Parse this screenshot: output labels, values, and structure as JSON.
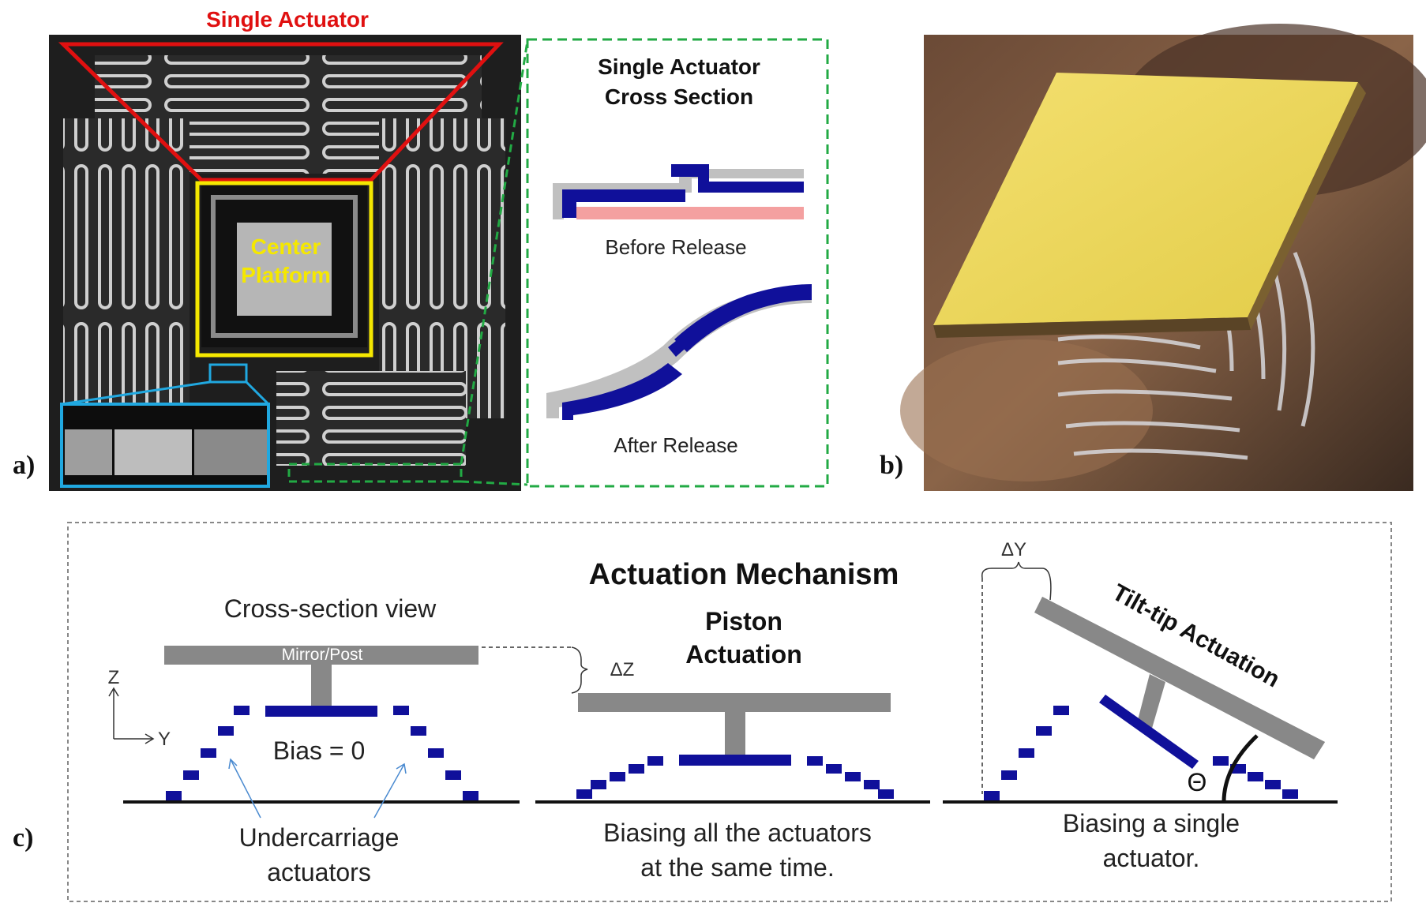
{
  "panel_a": {
    "label": "a)",
    "single_actuator_title": "Single Actuator",
    "center_platform_line1": "Center",
    "center_platform_line2": "Platform",
    "cross_section_title_line1": "Single Actuator",
    "cross_section_title_line2": "Cross Section",
    "before_release": "Before Release",
    "after_release": "After Release"
  },
  "panel_b": {
    "label": "b)"
  },
  "panel_c": {
    "label": "c)",
    "title": "Actuation Mechanism",
    "cross_section_view": "Cross-section view",
    "mirror_post": "Mirror/Post",
    "axis_z": "Z",
    "axis_y": "Y",
    "bias_zero": "Bias = 0",
    "undercarriage_line1": "Undercarriage",
    "undercarriage_line2": "actuators",
    "delta_z": "ΔZ",
    "piston_line1": "Piston",
    "piston_line2": "Actuation",
    "piston_caption_line1": "Biasing all the actuators",
    "piston_caption_line2": "at the same time.",
    "delta_y": "ΔY",
    "tilt_tip": "Tilt-tip Actuation",
    "theta": "Θ",
    "tilt_caption_line1": "Biasing a single",
    "tilt_caption_line2": "actuator."
  },
  "colors": {
    "red_outline": "#e01010",
    "yellow_outline": "#f5e800",
    "blue_outline": "#20a8e0",
    "green_dash": "#22aa44",
    "navy": "#10109a",
    "gray": "#8c8c8c",
    "pink": "#f4a0a0"
  }
}
